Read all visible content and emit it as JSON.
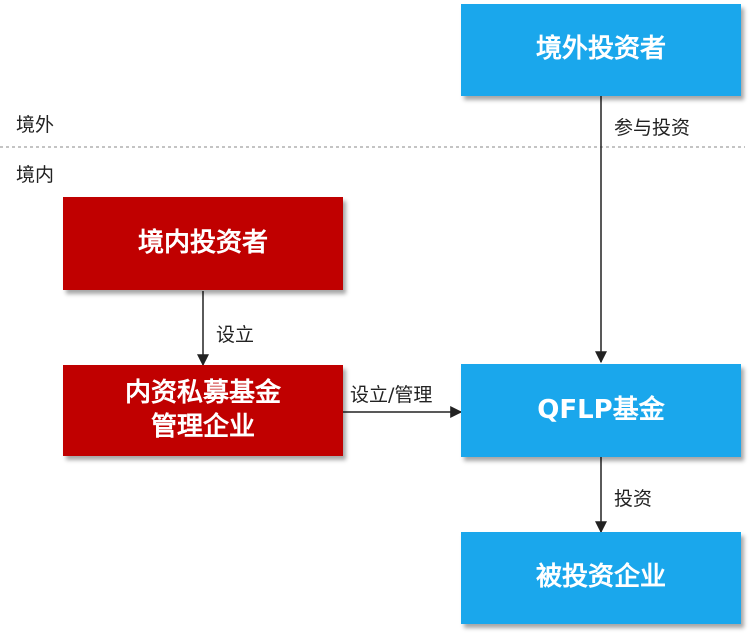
{
  "colors": {
    "foreign_box": "#1aa7ec",
    "domestic_box": "#c00000",
    "line": "#333333"
  },
  "regions": {
    "overseas": "境外",
    "domestic": "境内"
  },
  "boxes": {
    "overseas_investor": "境外投资者",
    "domestic_investor": "境内投资者",
    "manager_line1": "内资私募基金",
    "manager_line2": "管理企业",
    "qflp_fund": "QFLP基金",
    "invested_company": "被投资企业"
  },
  "edges": {
    "participate_invest": "参与投资",
    "establish": "设立",
    "establish_manage": "设立/管理",
    "invest": "投资"
  }
}
